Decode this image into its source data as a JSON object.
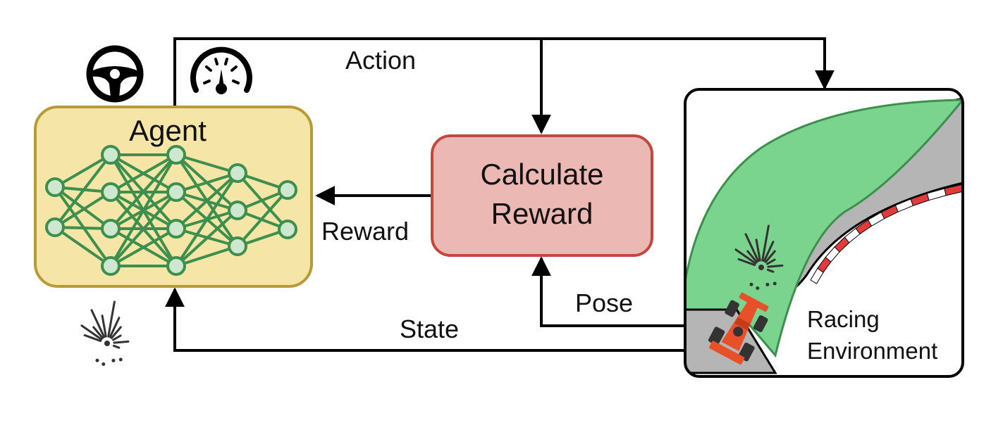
{
  "agent": {
    "title": "Agent"
  },
  "reward_box": {
    "line1": "Calculate",
    "line2": "Reward"
  },
  "environment": {
    "line1": "Racing",
    "line2": "Environment"
  },
  "arrows": {
    "action": "Action",
    "reward": "Reward",
    "state": "State",
    "pose": "Pose"
  },
  "icons": {
    "steering": "steering-wheel-icon",
    "speed": "speedometer-icon",
    "lidar": "lidar-scan-icon",
    "car": "race-car-icon"
  },
  "colors": {
    "agent_fill": "#f5e6a8",
    "agent_border": "#b89a36",
    "network": "#3d8f4e",
    "node_fill": "#cde8cf",
    "reward_fill": "#ecb8b4",
    "reward_border": "#c2473f",
    "track_green": "#7bd48d",
    "track_grey": "#b5b5b5",
    "kerb_red": "#e23b3b",
    "car": "#e8502a"
  }
}
